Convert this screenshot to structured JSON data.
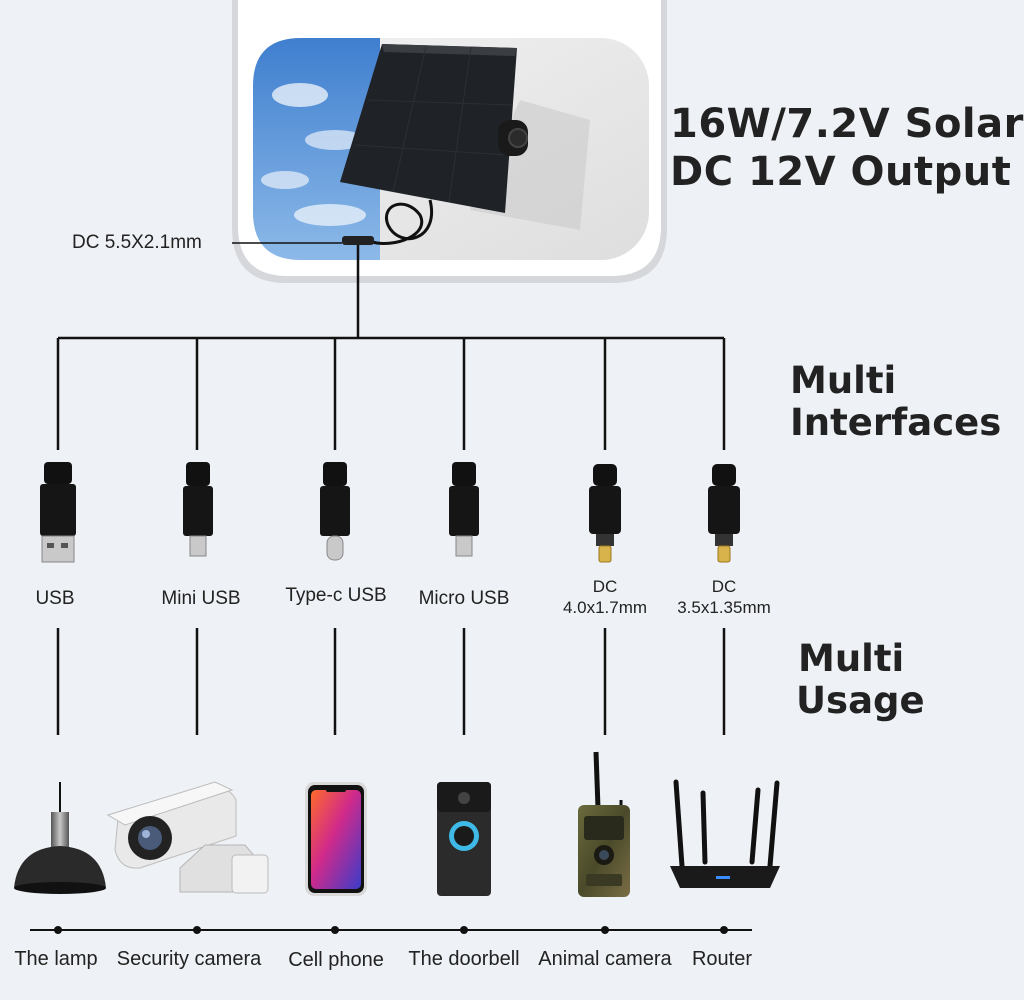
{
  "header": {
    "title_lines": [
      "16W/7.2V Solar",
      "DC 12V Output"
    ],
    "input_label": "DC 5.5X2.1mm"
  },
  "sections": {
    "interfaces": [
      "Multi",
      "Interfaces"
    ],
    "usage": [
      "Multi",
      "Usage"
    ]
  },
  "connectors": [
    {
      "lines": [
        "USB"
      ]
    },
    {
      "lines": [
        "Mini USB"
      ]
    },
    {
      "lines": [
        "Type-c USB"
      ]
    },
    {
      "lines": [
        "Micro USB"
      ]
    },
    {
      "lines": [
        "DC",
        "4.0x1.7mm"
      ]
    },
    {
      "lines": [
        "DC",
        "3.5x1.35mm"
      ]
    }
  ],
  "devices": [
    {
      "label": "The lamp",
      "icon": "lamp-icon"
    },
    {
      "label": "Security camera",
      "icon": "security-camera-icon"
    },
    {
      "label": "Cell phone",
      "icon": "cell-phone-icon"
    },
    {
      "label": "The doorbell",
      "icon": "doorbell-icon"
    },
    {
      "label": "Animal camera",
      "icon": "animal-camera-icon"
    },
    {
      "label": "Router",
      "icon": "router-icon"
    }
  ],
  "colors": {
    "line": "#111111",
    "panel": "#1f2226",
    "sky": "#5f97d6",
    "background": "#eef1f5"
  }
}
